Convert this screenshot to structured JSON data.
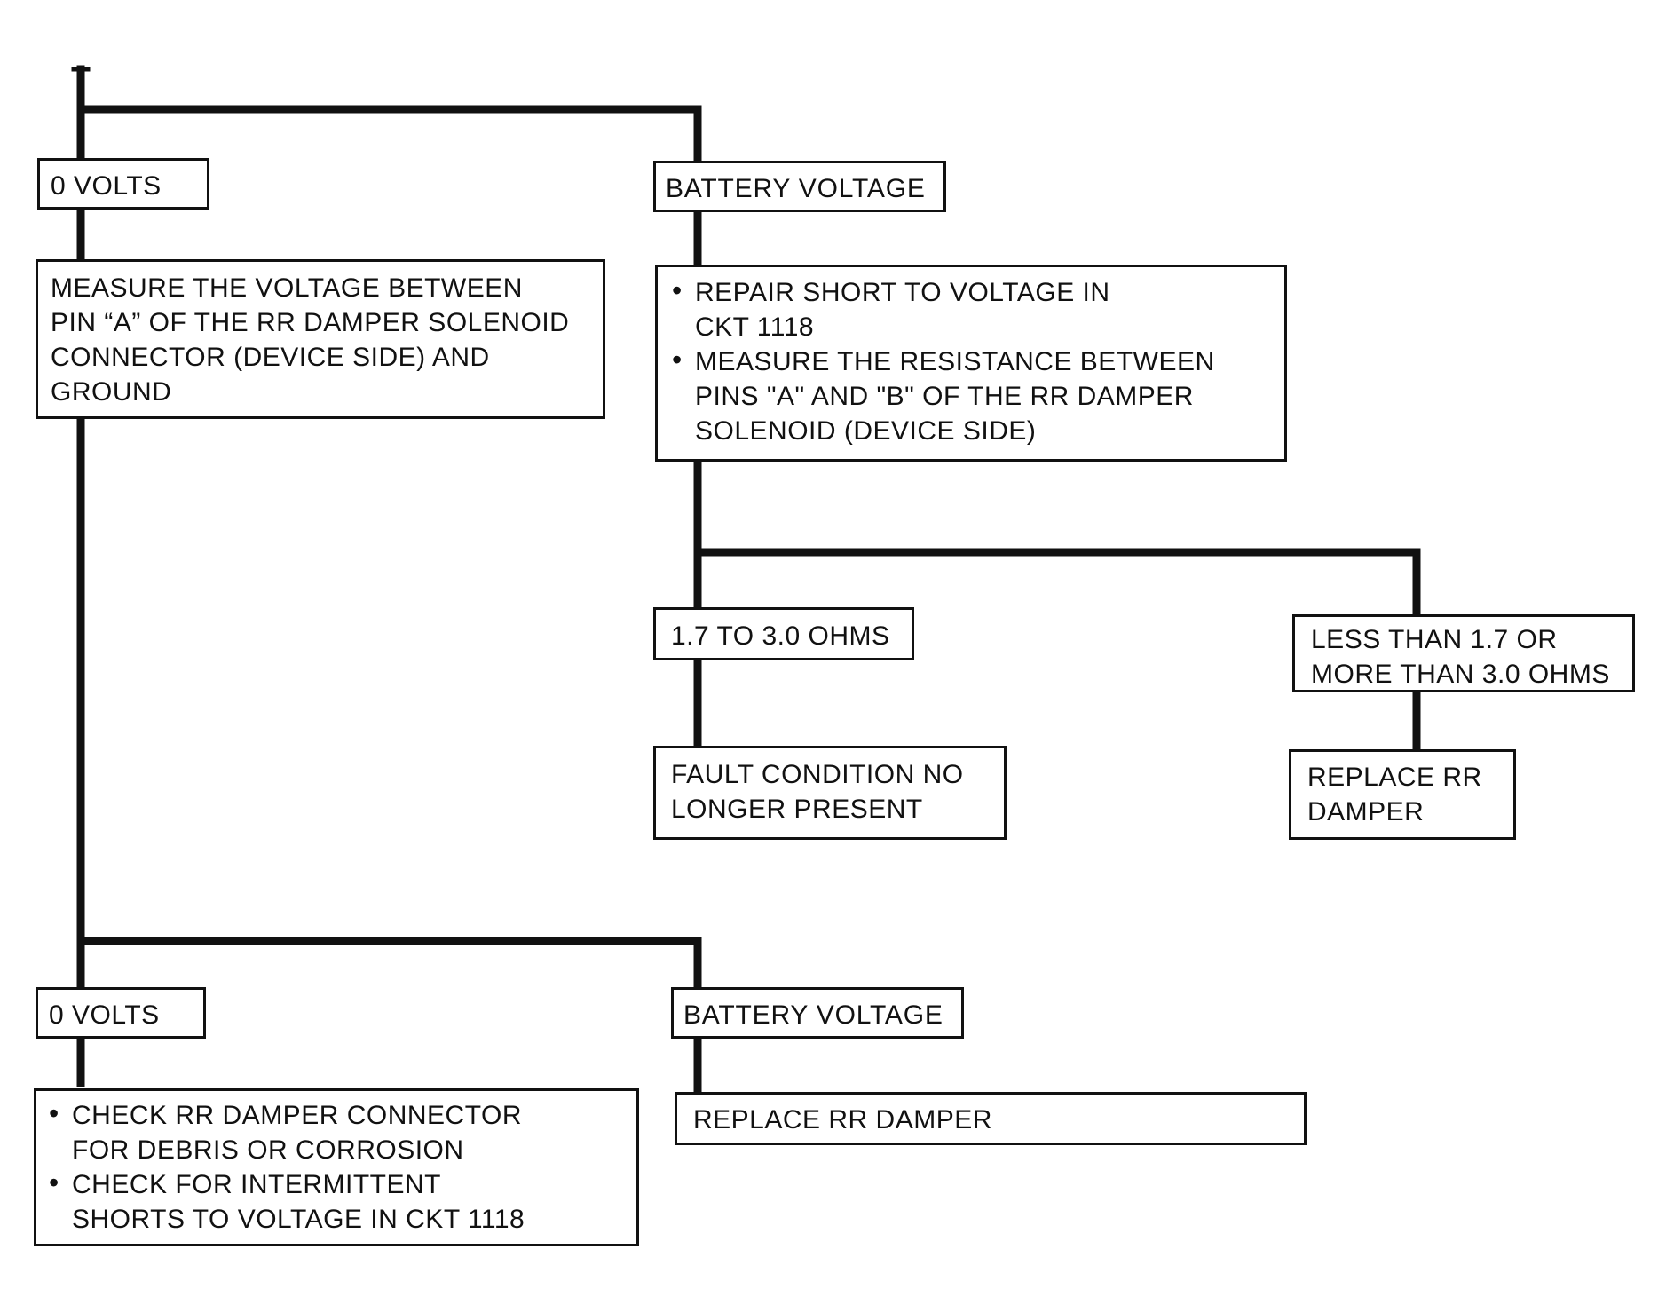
{
  "flowchart": {
    "top": {
      "zero_volts": "0 VOLTS",
      "measure_pin_a": "MEASURE THE VOLTAGE BETWEEN PIN “A” OF THE RR DAMPER SOLENOID CONNECTOR (DEVICE SIDE) AND GROUND",
      "measure_pin_a_lines": [
        "MEASURE THE VOLTAGE BETWEEN",
        "PIN “A” OF THE RR DAMPER SOLENOID",
        "CONNECTOR (DEVICE SIDE) AND",
        "GROUND"
      ],
      "battery_voltage": "BATTERY VOLTAGE",
      "repair_steps": [
        {
          "lines": [
            "REPAIR SHORT TO VOLTAGE IN",
            "CKT 1118"
          ]
        },
        {
          "lines": [
            "MEASURE THE RESISTANCE BETWEEN",
            "PINS \"A\" AND \"B\" OF THE RR DAMPER",
            "SOLENOID (DEVICE SIDE)"
          ]
        }
      ]
    },
    "resistance": {
      "in_range": "1.7 TO 3.0 OHMS",
      "in_range_result_lines": [
        "FAULT CONDITION NO",
        "LONGER PRESENT"
      ],
      "out_of_range_lines": [
        "LESS THAN 1.7 OR",
        "MORE THAN 3.0 OHMS"
      ],
      "out_of_range_result_lines": [
        "REPLACE RR",
        "DAMPER"
      ]
    },
    "bottom": {
      "zero_volts": "0 VOLTS",
      "checks": [
        {
          "lines": [
            "CHECK RR DAMPER CONNECTOR",
            "FOR DEBRIS OR CORROSION"
          ]
        },
        {
          "lines": [
            "CHECK FOR INTERMITTENT",
            "SHORTS TO VOLTAGE IN CKT 1118"
          ]
        }
      ],
      "battery_voltage": "BATTERY VOLTAGE",
      "replace": "REPLACE RR DAMPER"
    }
  },
  "colors": {
    "line": "#111111",
    "background": "#ffffff"
  }
}
